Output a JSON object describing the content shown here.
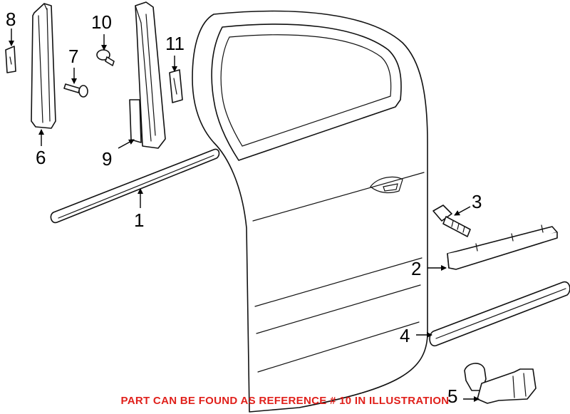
{
  "callouts": {
    "part_1": "1",
    "part_2": "2",
    "part_3": "3",
    "part_4": "4",
    "part_5": "5",
    "part_6": "6",
    "part_7": "7",
    "part_8": "8",
    "part_9": "9",
    "part_10": "10",
    "part_11": "11"
  },
  "notice": "PART CAN BE FOUND AS REFERENCE # 10 IN ILLUSTRATION",
  "colors": {
    "line": "#111111",
    "notice": "#e0201b",
    "background": "#ffffff"
  }
}
